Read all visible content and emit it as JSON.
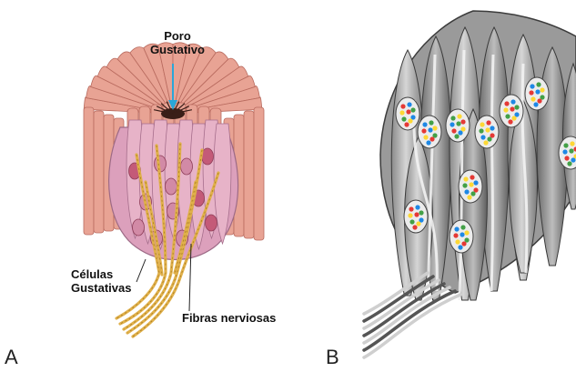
{
  "figure": {
    "panel_a": {
      "letter": "A",
      "labels": {
        "taste_pore_line1": "Poro",
        "taste_pore_line2": "Gustativo",
        "taste_cells_line1": "Células",
        "taste_cells_line2": "Gustativas",
        "nerve_fibers": "Fibras nerviosas"
      },
      "colors": {
        "epithelium": "#e8a394",
        "epithelium_outline": "#b86a5e",
        "bud_fill": "#dca0bc",
        "cell_fill": "#e7b3c8",
        "nucleus": "#c45a78",
        "nerve": "#e0b04a",
        "pore_arrow": "#2aa7d9",
        "pore_dark": "#3a1e18"
      }
    },
    "panel_b": {
      "letter": "B",
      "colors": {
        "cell_gray_dark": "#6e6e6e",
        "cell_gray_mid": "#a8a8a8",
        "cell_gray_light": "#dcdcdc",
        "dot_red": "#e53935",
        "dot_blue": "#1e88e5",
        "dot_green": "#43a047",
        "dot_yellow": "#fdd835"
      }
    }
  }
}
